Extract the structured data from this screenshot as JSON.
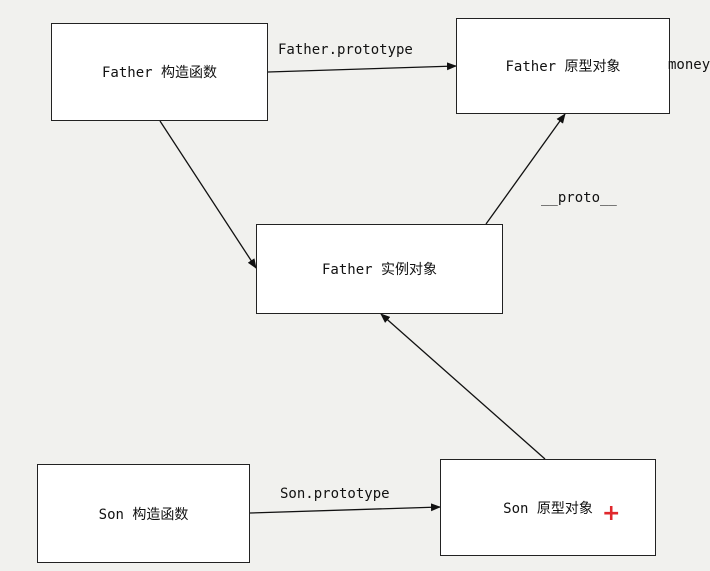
{
  "nodes": {
    "father_ctor": "Father 构造函数",
    "father_proto": "Father 原型对象",
    "father_instance": "Father 实例对象",
    "son_ctor": "Son 构造函数",
    "son_proto": "Son 原型对象"
  },
  "edges": {
    "father_prototype": "Father.prototype",
    "proto": "__proto__",
    "son_prototype": "Son.prototype"
  },
  "annotations": {
    "money": "money"
  },
  "cursor": {
    "glyph": "+",
    "color": "#e0282c"
  }
}
